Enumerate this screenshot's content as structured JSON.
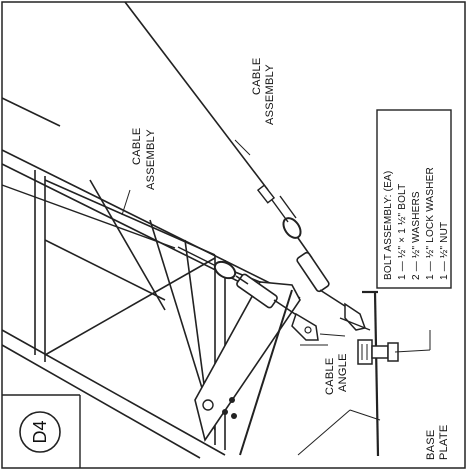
{
  "diagram": {
    "detail_id": "D4",
    "labels": {
      "cable_assembly_upper_line1": "CABLE",
      "cable_assembly_upper_line2": "ASSEMBLY",
      "cable_assembly_lower_line1": "CABLE",
      "cable_assembly_lower_line2": "ASSEMBLY",
      "cable_angle_line1": "CABLE",
      "cable_angle_line2": "ANGLE",
      "base_plate_line1": "BASE",
      "base_plate_line2": "PLATE"
    },
    "bolt_assembly": {
      "title": "BOLT ASSEMBLY: (EA)",
      "items": [
        "1 — ½\" × 1 ½\" BOLT",
        "2 — ½\" WASHERS",
        "1 — ½\" LOCK WASHER",
        "1 — ½\" NUT"
      ]
    }
  }
}
